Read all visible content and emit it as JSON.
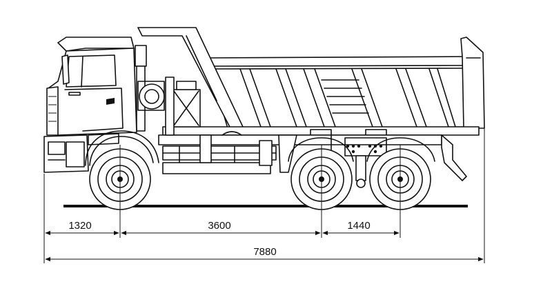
{
  "dimensions": {
    "front_overhang": "1320",
    "wheelbase_front": "3600",
    "rear_axle_spacing": "1440",
    "overall_length": "7880"
  },
  "colors": {
    "line": "#111111",
    "background": "#ffffff"
  }
}
